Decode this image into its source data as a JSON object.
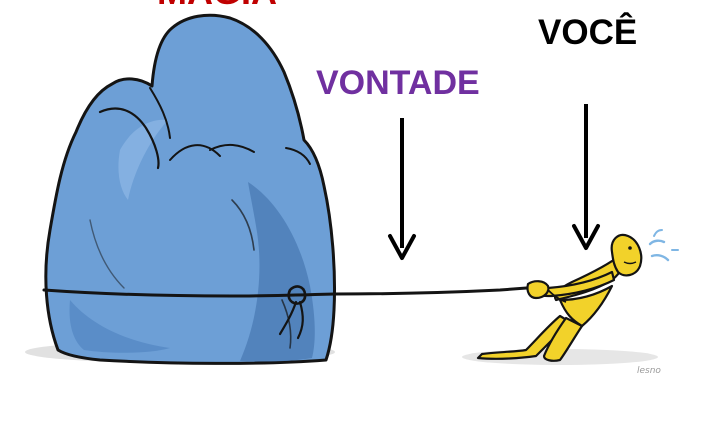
{
  "labels": {
    "top": "MAGIA",
    "will": "VONTADE",
    "you": "VOCÊ"
  },
  "signature": "lesno",
  "colors": {
    "top_label": "#c00000",
    "will_label": "#7030a0",
    "you_label": "#000000",
    "rock_fill": "#6d9fd6",
    "rock_shadow": "#4a79b3",
    "figure_fill": "#f2d22a"
  }
}
